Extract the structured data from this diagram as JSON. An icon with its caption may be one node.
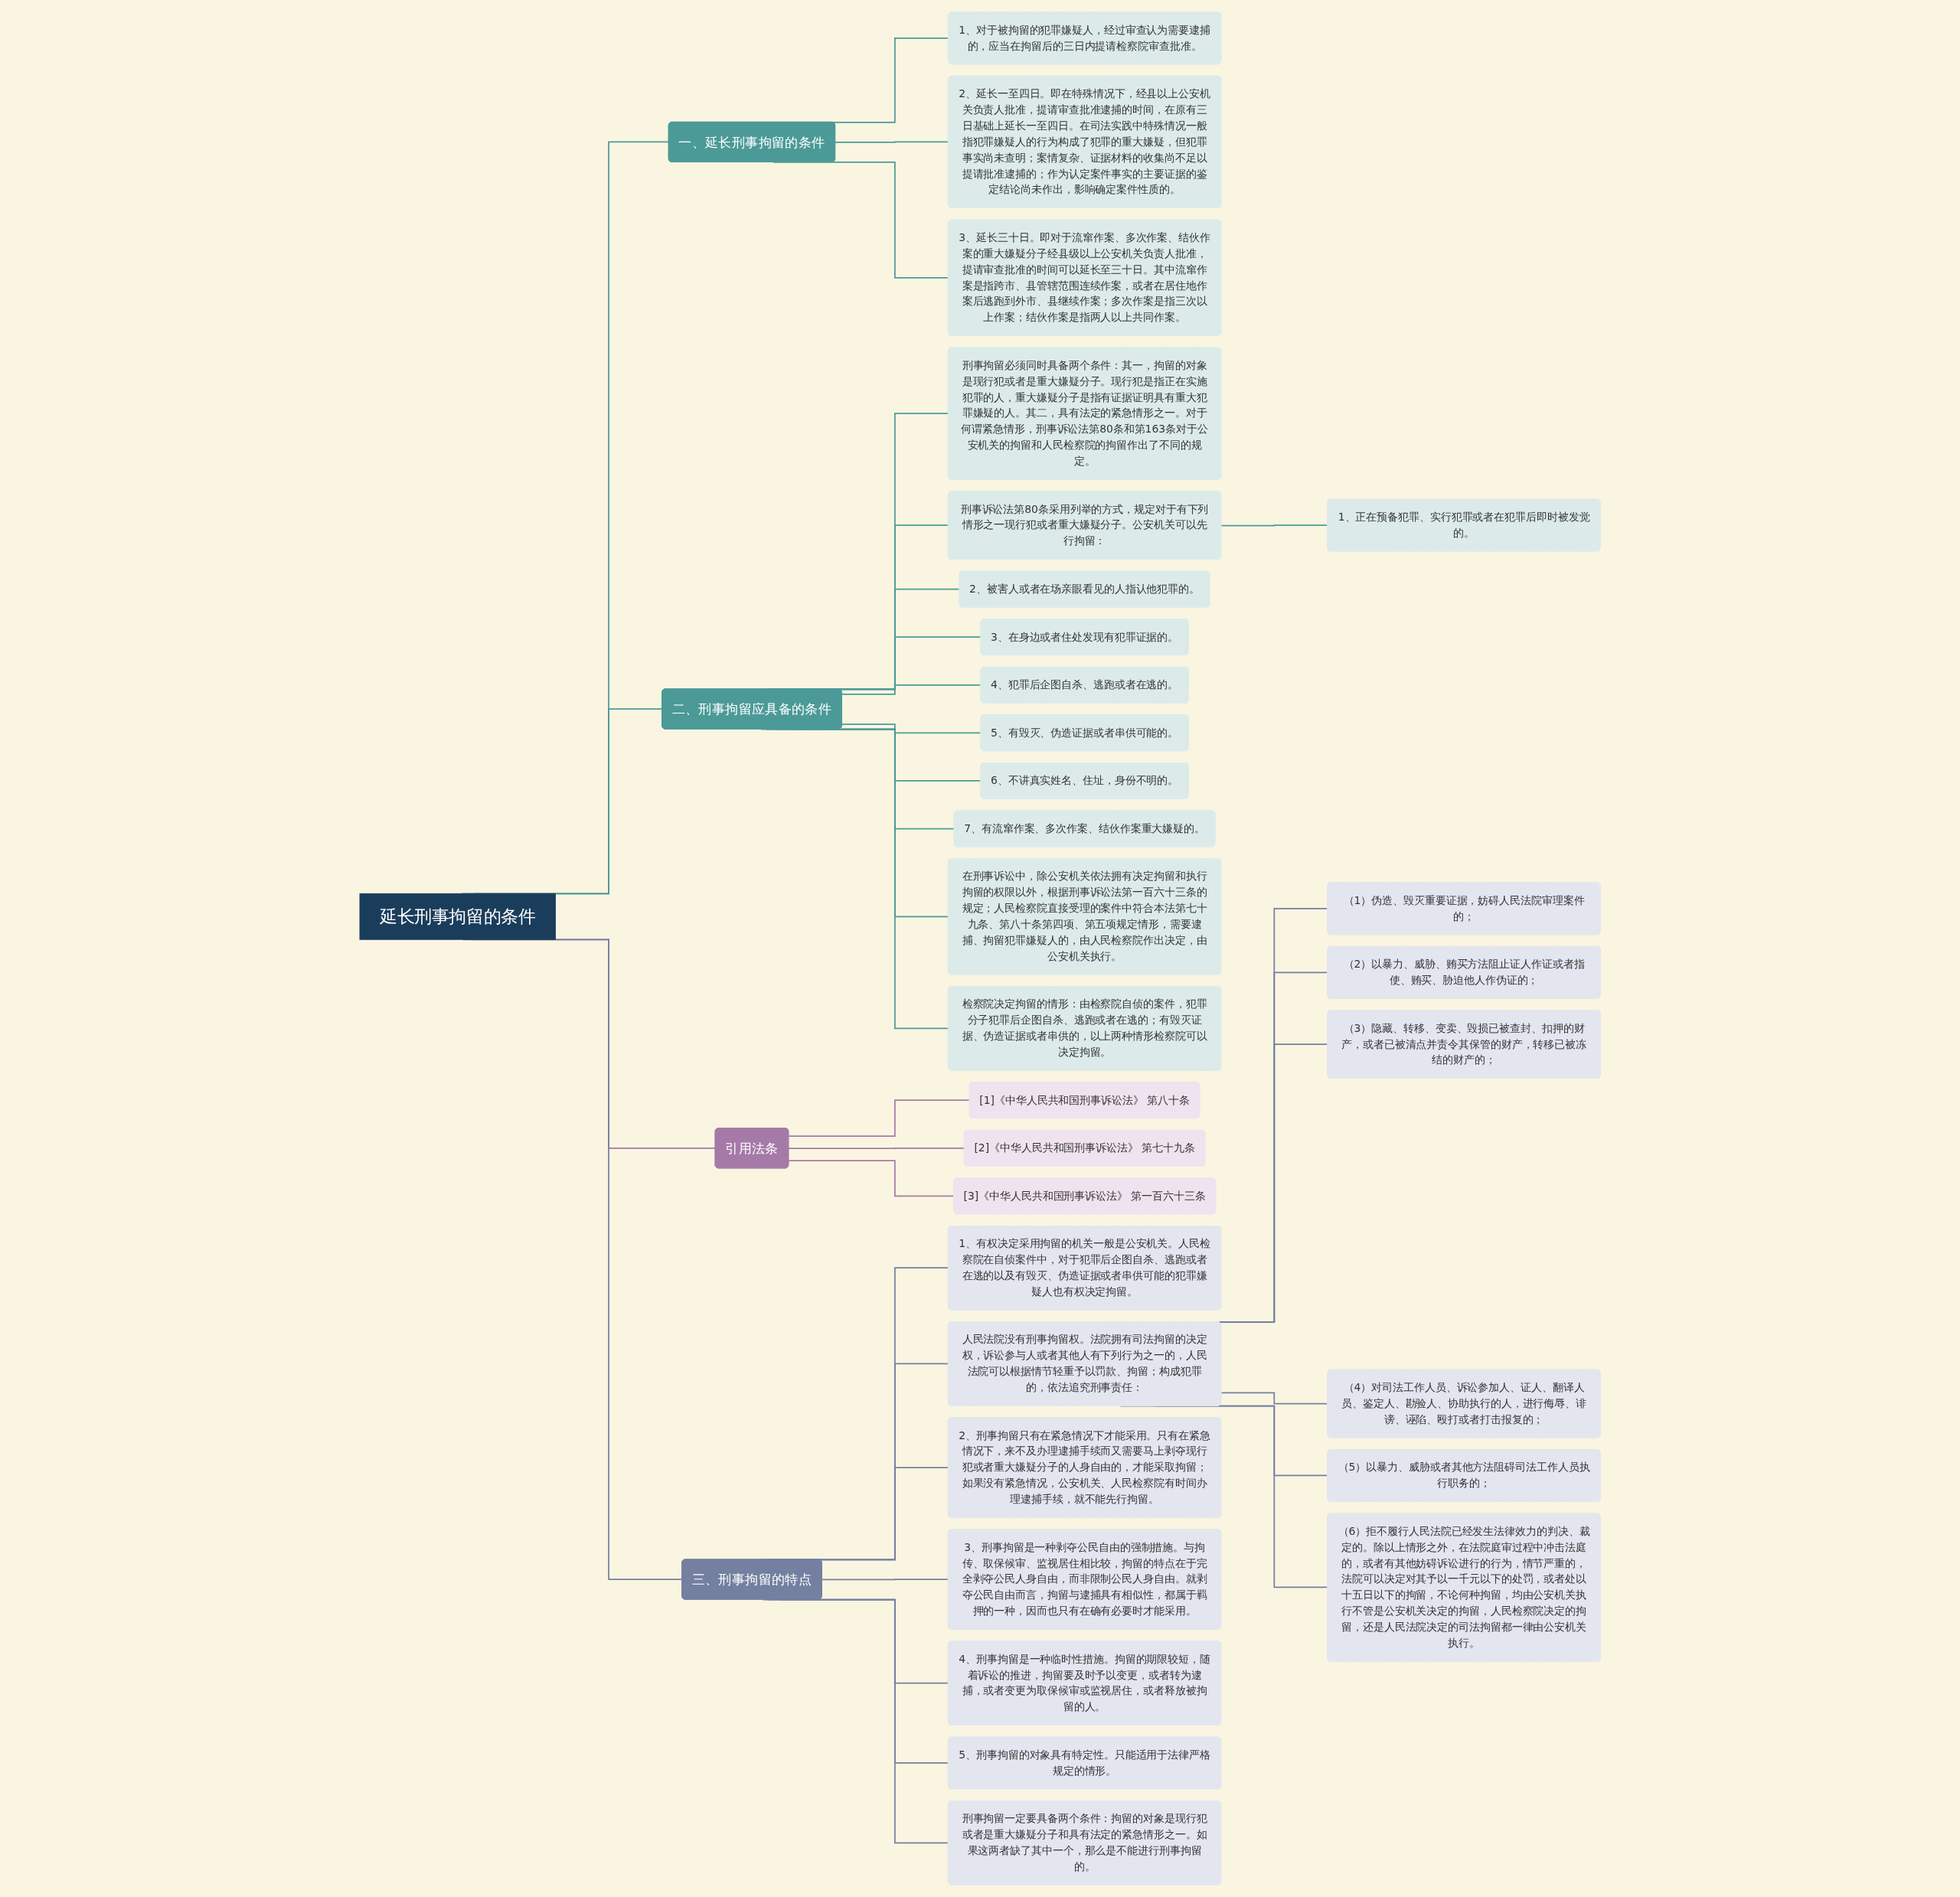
{
  "diagram": {
    "nodes": [
      {
        "text": [
          "延长刑事拘留的条件"
        ]
      },
      {
        "text": [
          "一、延长刑事拘留的条件"
        ]
      },
      {
        "text": [
          "1、对于被拘留的犯罪嫌疑人，经过审查认为需要逮捕的，应当在拘留后的三日内提请检察院审查批准。"
        ]
      },
      {
        "text": [
          "2、延长一至四日。即在特殊情况下，经县以上公安机关负责人批准，提请审查批准逮捕的时间，在原有三日基础上延长一至四日。在司法实践中特殊情况一般指犯罪嫌疑人的行为构成了犯罪的重大嫌疑，但犯罪事实尚未查明；案情复杂、证据材料的收集尚不足以提请批准逮捕的；作为认定案件事实的主要证据的鉴定结论尚未作出，影响确定案件性质的。"
        ]
      },
      {
        "text": [
          "3、延长三十日。即对于流窜作案、多次作案、结伙作案的重大嫌疑分子经县级以上公安机关负责人批准，提请审查批准的时间可以延长至三十日。其中流窜作案是指跨市、县管辖范围连续作案，或者在居住地作案后逃跑到外市、县继续作案；多次作案是指三次以上作案；结伙作案是指两人以上共同作案。"
        ]
      },
      {
        "text": [
          "二、刑事拘留应具备的条件"
        ]
      },
      {
        "text": [
          "刑事拘留必须同时具备两个条件：其一，拘留的对象是现行犯或者是重大嫌疑分子。现行犯是指正在实施犯罪的人，重大嫌疑分子是指有证据证明具有重大犯罪嫌疑的人。其二，具有法定的紧急情形之一。对于何谓紧急情形，刑事诉讼法第80条和第163条对于公安机关的拘留和人民检察院的拘留作出了不同的规定。"
        ]
      },
      {
        "text": [
          "刑事诉讼法第80条采用列举的方式，规定对于有下列情形之一现行犯或者重大嫌疑分子。公安机关可以先行拘留："
        ]
      },
      {
        "text": [
          "1、正在预备犯罪、实行犯罪或者在犯罪后即时被发觉的。"
        ]
      },
      {
        "text": [
          "2、被害人或者在场亲眼看见的人指认他犯罪的。"
        ]
      },
      {
        "text": [
          "3、在身边或者住处发现有犯罪证据的。"
        ]
      },
      {
        "text": [
          "4、犯罪后企图自杀、逃跑或者在逃的。"
        ]
      },
      {
        "text": [
          "5、有毁灭、伪造证据或者串供可能的。"
        ]
      },
      {
        "text": [
          "6、不讲真实姓名、住址，身份不明的。"
        ]
      },
      {
        "text": [
          "7、有流窜作案、多次作案、结伙作案重大嫌疑的。"
        ]
      },
      {
        "text": [
          "在刑事诉讼中，除公安机关依法拥有决定拘留和执行拘留的权限以外，根据刑事诉讼法第一百六十三条的规定；人民检察院直接受理的案件中符合本法第七十九条、第八十条第四项、第五项规定情形，需要逮捕、拘留犯罪嫌疑人的，由人民检察院作出决定，由公安机关执行。"
        ]
      },
      {
        "text": [
          "检察院决定拘留的情形：由检察院自侦的案件，犯罪分子犯罪后企图自杀、逃跑或者在逃的；有毁灭证据、伪造证据或者串供的，以上两种情形检察院可以决定拘留。"
        ]
      },
      {
        "text": [
          "引用法条"
        ]
      },
      {
        "text": [
          "[1]《中华人民共和国刑事诉讼法》 第八十条"
        ]
      },
      {
        "text": [
          "[2]《中华人民共和国刑事诉讼法》 第七十九条"
        ]
      },
      {
        "text": [
          "[3]《中华人民共和国刑事诉讼法》 第一百六十三条"
        ]
      },
      {
        "text": [
          "三、刑事拘留的特点"
        ]
      },
      {
        "text": [
          "1、有权决定采用拘留的机关一般是公安机关。人民检察院在自侦案件中，对于犯罪后企图自杀、逃跑或者在逃的以及有毁灭、伪造证据或者串供可能的犯罪嫌疑人也有权决定拘留。"
        ]
      },
      {
        "text": [
          "人民法院没有刑事拘留权。法院拥有司法拘留的决定权，诉讼参与人或者其他人有下列行为之一的，人民法院可以根据情节轻重予以罚款、拘留；构成犯罪的，依法追究刑事责任："
        ]
      },
      {
        "text": [
          "（1）伪造、毁灭重要证据，妨碍人民法院审理案件的；"
        ]
      },
      {
        "text": [
          "（2）以暴力、威胁、贿买方法阻止证人作证或者指使、贿买、胁迫他人作伪证的；"
        ]
      },
      {
        "text": [
          "（3）隐藏、转移、变卖、毁损已被查封、扣押的财产，或者已被清点并责令其保管的财产，转移已被冻结的财产的；"
        ]
      },
      {
        "text": [
          "（4）对司法工作人员、诉讼参加人、证人、翻译人员、鉴定人、勘验人、协助执行的人，进行侮辱、诽谤、诬陷、殴打或者打击报复的；"
        ]
      },
      {
        "text": [
          "（5）以暴力、威胁或者其他方法阻碍司法工作人员执行职务的；"
        ]
      },
      {
        "text": [
          "（6）拒不履行人民法院已经发生法律效力的判决、裁定的。除以上情形之外，在法院庭审过程中冲击法庭的，或者有其他妨碍诉讼进行的行为，情节严重的，法院可以决定对其予以一千元以下的处罚，或者处以十五日以下的拘留，不论何种拘留，均由公安机关执行不管是公安机关决定的拘留，人民检察院决定的拘留，还是人民法院决定的司法拘留都一律由公安机关执行。"
        ]
      },
      {
        "text": [
          "2、刑事拘留只有在紧急情况下才能采用。只有在紧急情况下，来不及办理逮捕手续而又需要马上剥夺现行犯或者重大嫌疑分子的人身自由的，才能采取拘留；如果没有紧急情况，公安机关、人民检察院有时间办理逮捕手续，就不能先行拘留。"
        ]
      },
      {
        "text": [
          "3、刑事拘留是一种剥夺公民自由的强制措施。与拘传、取保候审、监视居住相比较，拘留的特点在于完全剥夺公民人身自由，而非限制公民人身自由。就剥夺公民自由而言，拘留与逮捕具有相似性，都属于羁押的一种，因而也只有在确有必要时才能采用。"
        ]
      },
      {
        "text": [
          "4、刑事拘留是一种临时性措施。拘留的期限较短，随着诉讼的推进，拘留要及时予以变更，或者转为逮捕，或者变更为取保候审或监视居住，或者释放被拘留的人。"
        ]
      },
      {
        "text": [
          "5、刑事拘留的对象具有特定性。只能适用于法律严格规定的情形。"
        ]
      },
      {
        "text": [
          "刑事拘留一定要具备两个条件：拘留的对象是现行犯或者是重大嫌疑分子和具有法定的紧急情形之一。如果这两者缺了其中一个，那么是不能进行刑事拘留的。"
        ]
      }
    ],
    "edges": [
      {
        "from": 0,
        "to": 1,
        "arrow": "none"
      },
      {
        "from": 1,
        "to": 2,
        "arrow": "none"
      },
      {
        "from": 1,
        "to": 3,
        "arrow": "none"
      },
      {
        "from": 1,
        "to": 4,
        "arrow": "none"
      },
      {
        "from": 0,
        "to": 5,
        "arrow": "none"
      },
      {
        "from": 5,
        "to": 6,
        "arrow": "none"
      },
      {
        "from": 5,
        "to": 7,
        "arrow": "none"
      },
      {
        "from": 7,
        "to": 8,
        "arrow": "none"
      },
      {
        "from": 5,
        "to": 9,
        "arrow": "none"
      },
      {
        "from": 5,
        "to": 10,
        "arrow": "none"
      },
      {
        "from": 5,
        "to": 11,
        "arrow": "none"
      },
      {
        "from": 5,
        "to": 12,
        "arrow": "none"
      },
      {
        "from": 5,
        "to": 13,
        "arrow": "none"
      },
      {
        "from": 5,
        "to": 14,
        "arrow": "none"
      },
      {
        "from": 5,
        "to": 15,
        "arrow": "none"
      },
      {
        "from": 5,
        "to": 16,
        "arrow": "none"
      },
      {
        "from": 0,
        "to": 17,
        "arrow": "none",
        "color": "#a57aa8"
      },
      {
        "from": 17,
        "to": 18,
        "arrow": "none",
        "color": "#a57aa8"
      },
      {
        "from": 17,
        "to": 19,
        "arrow": "none",
        "color": "#a57aa8"
      },
      {
        "from": 17,
        "to": 20,
        "arrow": "none",
        "color": "#a57aa8"
      },
      {
        "from": 0,
        "to": 21,
        "arrow": "none",
        "color": "#7480a0"
      },
      {
        "from": 21,
        "to": 22,
        "arrow": "none",
        "color": "#7480a0"
      },
      {
        "from": 21,
        "to": 23,
        "arrow": "none",
        "color": "#7480a0"
      },
      {
        "from": 23,
        "to": 24,
        "arrow": "none",
        "color": "#7480a0"
      },
      {
        "from": 23,
        "to": 25,
        "arrow": "none",
        "color": "#7480a0"
      },
      {
        "from": 23,
        "to": 26,
        "arrow": "none",
        "color": "#7480a0"
      },
      {
        "from": 23,
        "to": 27,
        "arrow": "none",
        "color": "#7480a0"
      },
      {
        "from": 23,
        "to": 28,
        "arrow": "none",
        "color": "#7480a0"
      },
      {
        "from": 23,
        "to": 29,
        "arrow": "none",
        "color": "#7480a0"
      },
      {
        "from": 21,
        "to": 30,
        "arrow": "none",
        "color": "#7480a0"
      },
      {
        "from": 21,
        "to": 31,
        "arrow": "none",
        "color": "#7480a0"
      },
      {
        "from": 21,
        "to": 32,
        "arrow": "none",
        "color": "#7480a0"
      },
      {
        "from": 21,
        "to": 33,
        "arrow": "none",
        "color": "#7480a0"
      },
      {
        "from": 21,
        "to": 34,
        "arrow": "none",
        "color": "#7480a0"
      }
    ]
  }
}
